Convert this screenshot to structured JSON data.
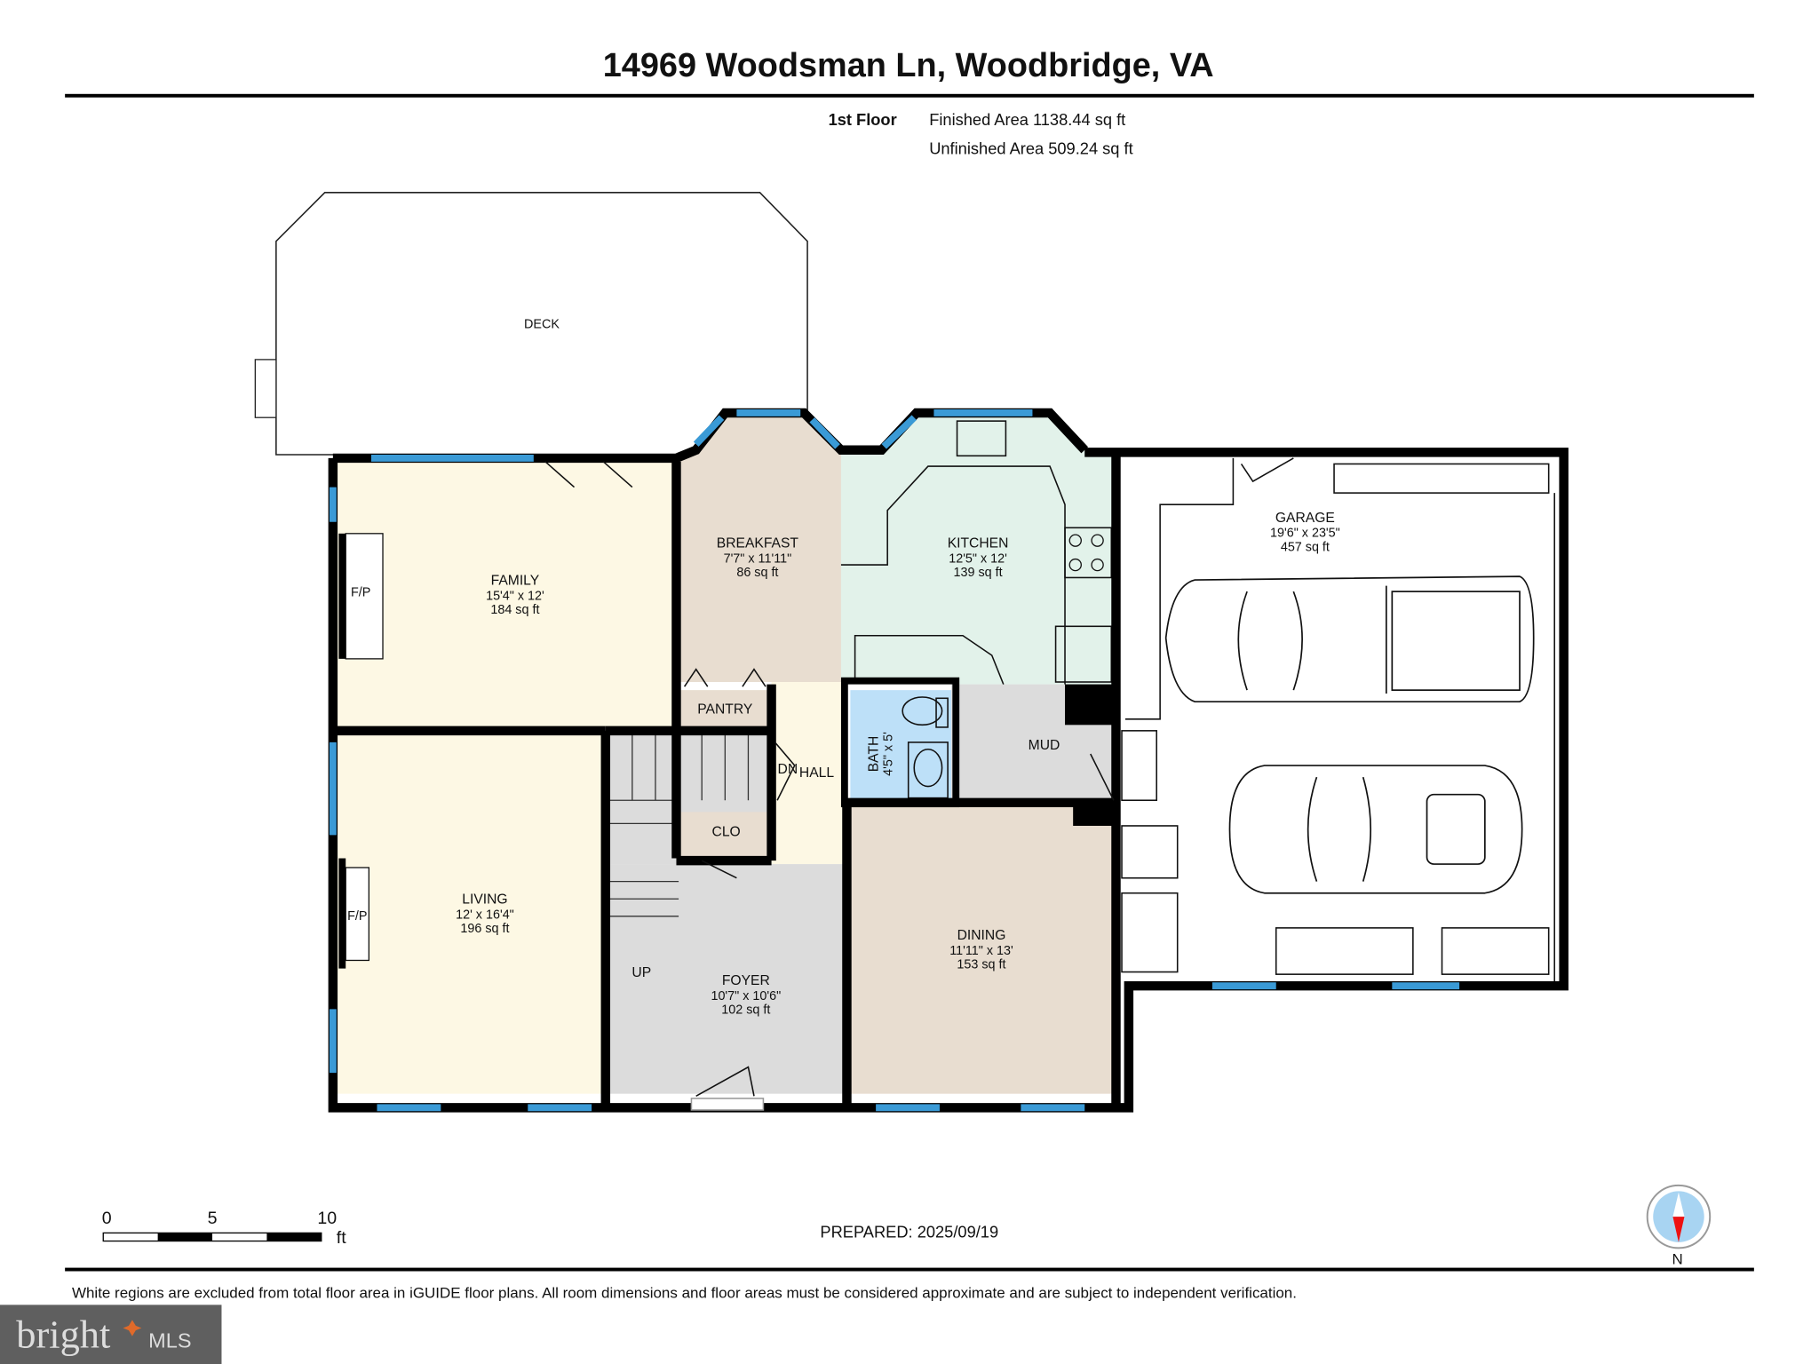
{
  "header": {
    "title": "14969 Woodsman Ln, Woodbridge, VA",
    "floor_label": "1st Floor",
    "finished_area": "Finished Area 1138.44 sq ft",
    "unfinished_area": "Unfinished Area 509.24 sq ft"
  },
  "rooms": {
    "deck": {
      "name": "DECK"
    },
    "family": {
      "name": "FAMILY",
      "dims": "15'4\" x 12'",
      "area": "184 sq ft",
      "fp": "F/P"
    },
    "living": {
      "name": "LIVING",
      "dims": "12' x 16'4\"",
      "area": "196 sq ft",
      "fp": "F/P"
    },
    "breakfast": {
      "name": "BREAKFAST",
      "dims": "7'7\" x 11'11\"",
      "area": "86 sq ft"
    },
    "kitchen": {
      "name": "KITCHEN",
      "dims": "12'5\" x 12'",
      "area": "139 sq ft"
    },
    "garage": {
      "name": "GARAGE",
      "dims": "19'6\" x 23'5\"",
      "area": "457 sq ft"
    },
    "pantry": {
      "name": "PANTRY"
    },
    "clo": {
      "name": "CLO"
    },
    "hall": {
      "name": "HALL",
      "dn": "DN"
    },
    "bath": {
      "name": "BATH",
      "dims": "4'5\" x 5'"
    },
    "mud": {
      "name": "MUD"
    },
    "foyer": {
      "name": "FOYER",
      "dims": "10'7\" x 10'6\"",
      "area": "102 sq ft",
      "up": "UP"
    },
    "dining": {
      "name": "DINING",
      "dims": "11'11\" x 13'",
      "area": "153 sq ft"
    }
  },
  "scale_bar": {
    "ticks": [
      "0",
      "5",
      "10"
    ],
    "unit": "ft"
  },
  "prepared": "PREPARED: 2025/09/19",
  "compass": {
    "label": "N"
  },
  "disclaimer": "White regions are excluded from total floor area in iGUIDE floor plans. All room dimensions and floor areas must be considered approximate and are subject to independent verification.",
  "watermark": {
    "text": "bright MLS"
  },
  "colors": {
    "window": "#3a9ad6",
    "family": "#fdf8e4",
    "breakfast": "#e8ddd0",
    "kitchen": "#e2f2ea",
    "bath": "#bde0f8",
    "grey": "#dcdcdc"
  }
}
